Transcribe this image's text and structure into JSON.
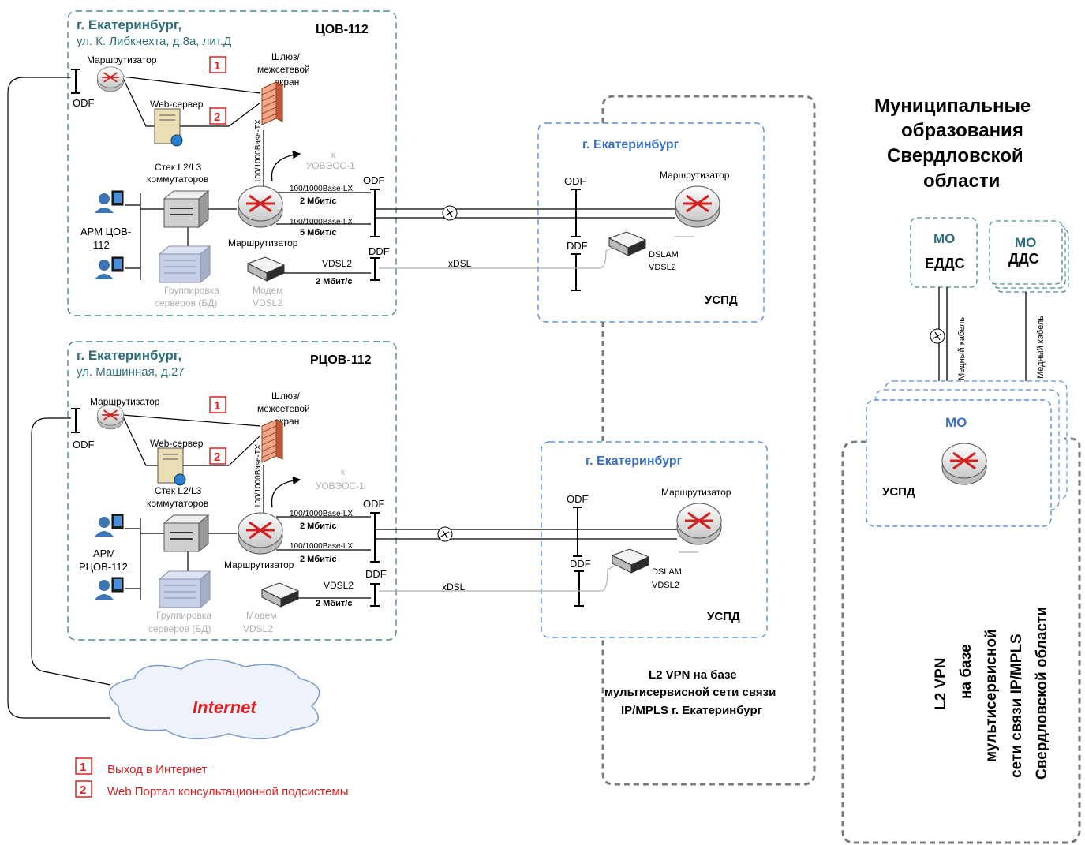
{
  "colors": {
    "teal": "#2e6e7a",
    "blue": "#3a70c9",
    "red": "#e02020",
    "grey": "#b0b0b0",
    "dashTeal": "#4a8a94",
    "dashBlue": "#5b8fe0",
    "dashGrey": "#7a7a7a"
  },
  "site1": {
    "city": "г. Екатеринбург,",
    "address": "ул. К. Либкнехта, д.8а, лит.Д",
    "name": "ЦОВ-112",
    "router": "Маршрутизатор",
    "odf": "ODF",
    "marker1": "1",
    "marker2": "2",
    "gateway": [
      "Шлюз/",
      "межсетевой",
      "экран"
    ],
    "web": "Web-сервер",
    "tx": "100/1000Base-TX",
    "k": "к",
    "uvveos": "УОВЭОС-1",
    "stack": [
      "Стек L2/L3",
      "коммутаторов"
    ],
    "arm": [
      "АРМ ЦОВ-",
      "112"
    ],
    "servers": [
      "Группировка",
      "серверов (БД)"
    ],
    "router2": "Маршрутизатор",
    "modem": [
      "Модем",
      "VDSL2"
    ],
    "lx1": "100/1000Base-LX",
    "speed1": "2 Мбит/с",
    "lx2": "100/1000Base-LX",
    "speed2": "5 Мбит/с",
    "odf2": "ODF",
    "ddf": "DDF",
    "vdsl": "VDSL2",
    "speed3": "2 Мбит/с"
  },
  "site2": {
    "city": "г. Екатеринбург,",
    "address": "ул. Машинная, д.27",
    "name": "РЦОВ-112",
    "router": "Маршрутизатор",
    "odf": "ODF",
    "marker1": "1",
    "marker2": "2",
    "gateway": [
      "Шлюз/",
      "межсетевой",
      "экран"
    ],
    "web": "Web-сервер",
    "tx": "100/1000Base-TX",
    "k": "к",
    "uvveos": "УОВЭОС-1",
    "stack": [
      "Стек L2/L3",
      "коммутаторов"
    ],
    "arm": [
      "АРМ",
      "РЦОВ-112"
    ],
    "servers": [
      "Группировка",
      "серверов (БД)"
    ],
    "router2": "Маршрутизатор",
    "modem": [
      "Модем",
      "VDSL2"
    ],
    "lx1": "100/1000Base-LX",
    "speed1": "2 Мбит/с",
    "lx2": "100/1000Base-LX",
    "speed2": "2 Мбит/с",
    "odf2": "ODF",
    "ddf": "DDF",
    "vdsl": "VDSL2",
    "speed3": "2 Мбит/с"
  },
  "uspd1": {
    "city": "г. Екатеринбург",
    "odf": "ODF",
    "router": "Маршрутизатор",
    "ddf": "DDF",
    "dslam": [
      "DSLAM",
      "VDSL2"
    ],
    "name": "УСПД",
    "xdsl": "xDSL"
  },
  "uspd2": {
    "city": "г. Екатеринбург",
    "odf": "ODF",
    "router": "Маршрутизатор",
    "ddf": "DDF",
    "dslam": [
      "DSLAM",
      "VDSL2"
    ],
    "name": "УСПД",
    "xdsl": "xDSL"
  },
  "cityvpn": [
    "L2 VPN  на базе",
    "мультисервисной сети связи",
    "IP/MPLS г. Екатеринбург"
  ],
  "municipal": {
    "title": [
      "Муниципальные",
      "образования",
      "Свердловской",
      "области"
    ],
    "mo_edds": [
      "МО",
      "ЕДДС"
    ],
    "mo_dds": [
      "МО",
      "ДДС"
    ],
    "cable1": "Медный кабель",
    "cable2": "Медный кабель",
    "mo": "МО",
    "uspd": "УСПД"
  },
  "regionvpn": [
    "L2 VPN",
    "на базе",
    "мультисервисной",
    "сети связи IP/MPLS",
    "Свердловской области"
  ],
  "internet": "Internet",
  "legend": [
    {
      "num": "1",
      "text": "Выход в Интернет"
    },
    {
      "num": "2",
      "text": "Web Портал консультационной подсистемы"
    }
  ]
}
